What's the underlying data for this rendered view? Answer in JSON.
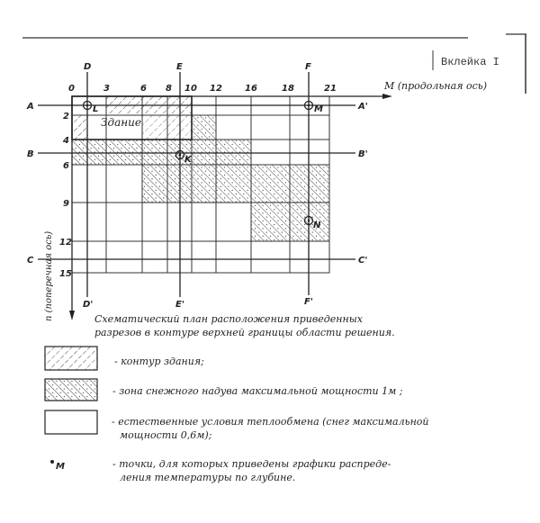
{
  "header": {
    "insert_label": "Вклейка I"
  },
  "axes": {
    "longitudinal": "M (продольная ось)",
    "transverse": "n (поперечная ось)",
    "x_ticks": [
      "0",
      "3",
      "6",
      "8",
      "10",
      "12",
      "16",
      "18",
      "21"
    ],
    "y_ticks": [
      "2",
      "4",
      "6",
      "9",
      "12",
      "15"
    ]
  },
  "sections": {
    "A": "A",
    "A2": "A'",
    "B": "B",
    "B2": "B'",
    "C": "C",
    "C2": "C'",
    "D": "D",
    "D2": "D'",
    "E": "E",
    "E2": "E'",
    "F": "F",
    "F2": "F'"
  },
  "points": {
    "L": "L",
    "M": "M",
    "K": "K",
    "N": "N"
  },
  "building_label": "Здание",
  "caption": {
    "line1": "Схематический план расположения приведенных",
    "line2": "разрезов в контуре верхней границы области решения."
  },
  "legend": [
    {
      "text": "- контур здания;"
    },
    {
      "text": "- зона снежного надува максимальной мощности 1м ;"
    },
    {
      "text": "- естественные условия теплообмена (снег максимальной",
      "text2": "мощности 0,6м);"
    },
    {
      "symbol": "M",
      "text": "- точки, для которых приведены графики распреде-",
      "text2": "ления температуры по глубине."
    }
  ],
  "colors": {
    "ink": "#222222",
    "paper": "#ffffff"
  }
}
